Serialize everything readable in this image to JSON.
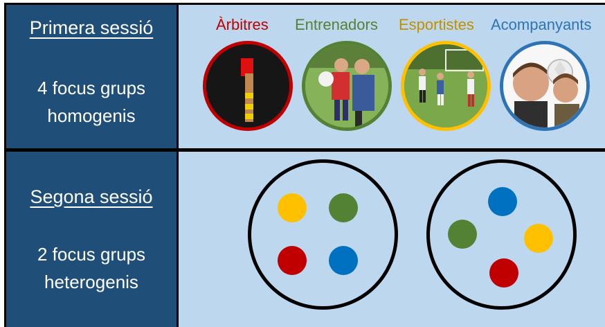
{
  "sessions": [
    {
      "title": "Primera sessió",
      "line1": "4 focus grups",
      "line2": "homogenis"
    },
    {
      "title": "Segona sessió",
      "line1": "2 focus grups",
      "line2": "heterogenis"
    }
  ],
  "roles": [
    {
      "label": "Àrbitres",
      "color": "#c00000",
      "icon": "referee-red-card-photo"
    },
    {
      "label": "Entrenadors",
      "color": "#548235",
      "icon": "coach-with-players-photo"
    },
    {
      "label": "Esportistes",
      "color": "#c09000",
      "icon": "players-on-field-photo"
    },
    {
      "label": "Acompanyants",
      "color": "#2e74b5",
      "icon": "companion-with-child-photo"
    }
  ],
  "dot_colors": {
    "yellow": "#ffc000",
    "green": "#548235",
    "red": "#c00000",
    "blue": "#0070c0"
  }
}
